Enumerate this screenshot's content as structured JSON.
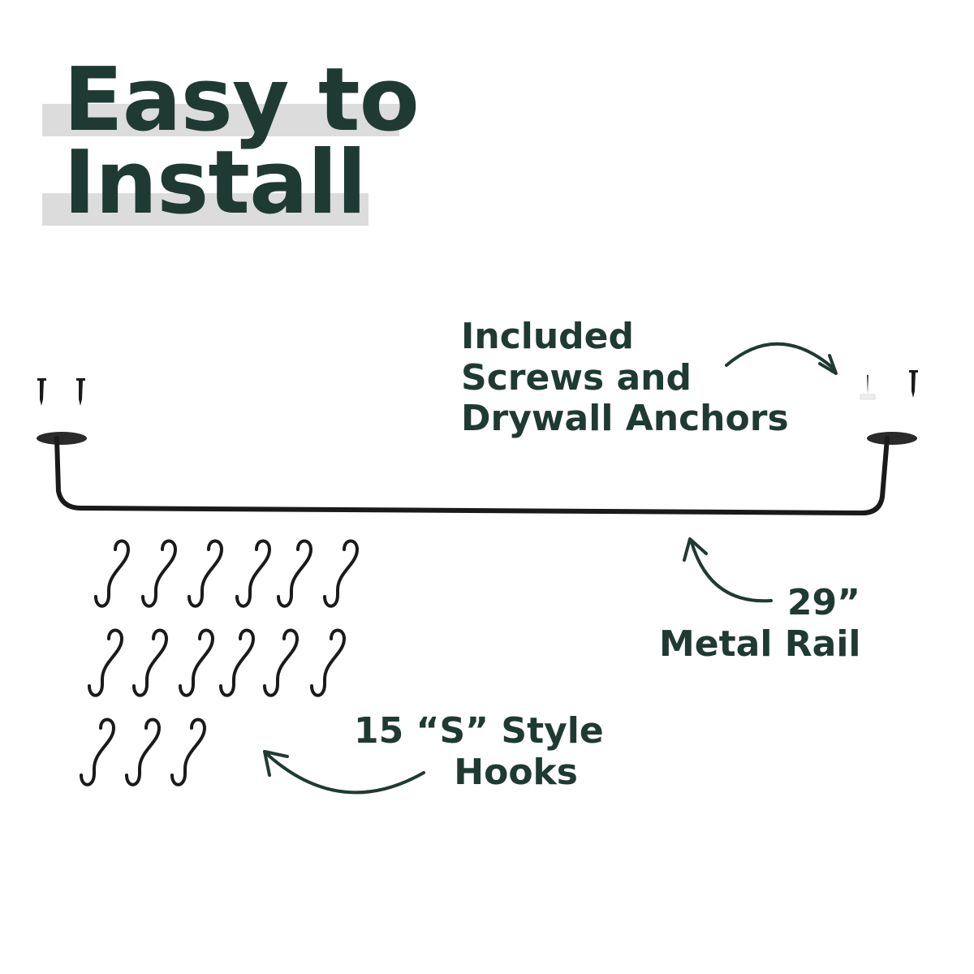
{
  "headline": {
    "line1": "Easy to",
    "line2": "Install"
  },
  "callouts": {
    "screws": {
      "line1": "Included",
      "line2": "Screws and",
      "line3": "Drywall Anchors"
    },
    "rail": {
      "line1": "29”",
      "line2": "Metal Rail"
    },
    "hooks": {
      "line1": "15 “S” Style",
      "line2": "Hooks"
    }
  },
  "colors": {
    "text": "#1f3a33",
    "highlight": "#dcdcdc",
    "metal": "#1a1a1a"
  },
  "icons": [
    "screw-icon",
    "drywall-anchor-icon",
    "s-hook-icon",
    "curved-arrow-icon"
  ]
}
